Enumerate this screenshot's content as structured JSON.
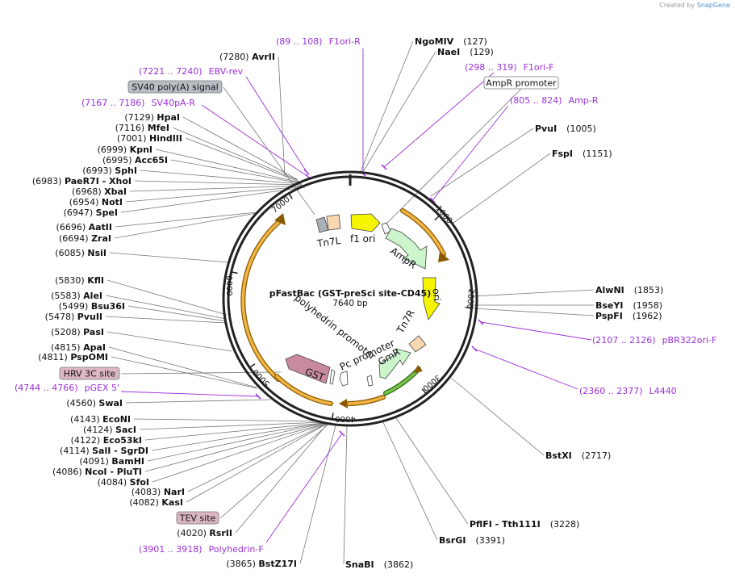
{
  "watermark": {
    "prefix": "Created by",
    "brand": "SnapGene"
  },
  "plasmid": {
    "name": "pFastBac (GST-preSci site-CD45)",
    "length": "7640 bp"
  },
  "ruler": [
    "1000",
    "2000",
    "3000",
    "4000",
    "5000",
    "6000",
    "7000"
  ],
  "features": [
    {
      "id": "tn7l",
      "label": "Tn7L",
      "color": "#a9b0b8"
    },
    {
      "id": "sv40pa",
      "label": "",
      "color": "#f9d7b0"
    },
    {
      "id": "f1ori",
      "label": "f1 ori",
      "color": "#f5f500"
    },
    {
      "id": "amprpromoter",
      "label": "",
      "color": "#ffffff"
    },
    {
      "id": "ampr",
      "label": "AmpR",
      "color": "#ccf5cc"
    },
    {
      "id": "ori",
      "label": "ori",
      "color": "#f5f500"
    },
    {
      "id": "tn7r",
      "label": "Tn7R",
      "color": "#f9d7b0"
    },
    {
      "id": "gmr",
      "label": "GmR",
      "color": "#ccf5cc"
    },
    {
      "id": "pcpromoter",
      "label": "Pc promoter",
      "color": "#ffffff"
    },
    {
      "id": "gst",
      "label": "GST",
      "color": "#c98aa0"
    },
    {
      "id": "polyhedrin",
      "label": "polyhedrin promoter",
      "color": "#ffffff"
    }
  ],
  "right_labels": [
    {
      "name": "NgoMIV",
      "pos": "(127)"
    },
    {
      "name": "NaeI",
      "pos": "(129)"
    },
    {
      "name": "PvuI",
      "pos": "(1005)"
    },
    {
      "name": "FspI",
      "pos": "(1151)"
    },
    {
      "name": "AlwNI",
      "pos": "(1853)"
    },
    {
      "name": "BseYI",
      "pos": "(1958)"
    },
    {
      "name": "PspFI",
      "pos": "(1962)"
    },
    {
      "name": "BstXI",
      "pos": "(2717)"
    },
    {
      "name": "PflFI  -  Tth111I",
      "pos": "(3228)"
    },
    {
      "name": "BsrGI",
      "pos": "(3391)"
    },
    {
      "name": "SnaBI",
      "pos": "(3862)"
    }
  ],
  "left_labels": [
    {
      "pos": "(7280)",
      "name": "AvrII"
    },
    {
      "pos": "(7129)",
      "name": "HpaI"
    },
    {
      "pos": "(7116)",
      "name": "MfeI"
    },
    {
      "pos": "(7001)",
      "name": "HindIII"
    },
    {
      "pos": "(6999)",
      "name": "KpnI"
    },
    {
      "pos": "(6995)",
      "name": "Acc65I"
    },
    {
      "pos": "(6993)",
      "name": "SphI"
    },
    {
      "pos": "(6983)",
      "name": "PaeR7I  -  XhoI"
    },
    {
      "pos": "(6968)",
      "name": "XbaI"
    },
    {
      "pos": "(6954)",
      "name": "NotI"
    },
    {
      "pos": "(6947)",
      "name": "SpeI"
    },
    {
      "pos": "(6696)",
      "name": "AatII"
    },
    {
      "pos": "(6694)",
      "name": "ZraI"
    },
    {
      "pos": "(6085)",
      "name": "NsiI"
    },
    {
      "pos": "(5830)",
      "name": "KflI"
    },
    {
      "pos": "(5583)",
      "name": "AleI"
    },
    {
      "pos": "(5499)",
      "name": "Bsu36I"
    },
    {
      "pos": "(5478)",
      "name": "PvuII"
    },
    {
      "pos": "(5208)",
      "name": "PasI"
    },
    {
      "pos": "(4815)",
      "name": "ApaI"
    },
    {
      "pos": "(4811)",
      "name": "PspOMI"
    },
    {
      "pos": "(4560)",
      "name": "SwaI"
    },
    {
      "pos": "(4143)",
      "name": "EcoNI"
    },
    {
      "pos": "(4124)",
      "name": "SacI"
    },
    {
      "pos": "(4122)",
      "name": "Eco53kI"
    },
    {
      "pos": "(4114)",
      "name": "SalI  -  SgrDI"
    },
    {
      "pos": "(4091)",
      "name": "BamHI"
    },
    {
      "pos": "(4086)",
      "name": "NcoI  -  PluTI"
    },
    {
      "pos": "(4084)",
      "name": "SfoI"
    },
    {
      "pos": "(4083)",
      "name": "NarI"
    },
    {
      "pos": "(4082)",
      "name": "KasI"
    },
    {
      "pos": "(4020)",
      "name": "RsrII"
    },
    {
      "pos": "(3865)",
      "name": "BstZ17I"
    }
  ],
  "primers": [
    {
      "range": "(89 .. 108)",
      "name": "F1ori-R"
    },
    {
      "range": "(298 .. 319)",
      "name": "F1ori-F"
    },
    {
      "range": "(805 .. 824)",
      "name": "Amp-R"
    },
    {
      "range": "(2107 .. 2126)",
      "name": "pBR322ori-F"
    },
    {
      "range": "(2360 .. 2377)",
      "name": "L4440"
    },
    {
      "range": "(3901 .. 3918)",
      "name": "Polyhedrin-F"
    },
    {
      "range": "(4744 .. 4766)",
      "name": "pGEX 5'"
    },
    {
      "range": "(7167 .. 7186)",
      "name": "SV40pA-R"
    },
    {
      "range": "(7221 .. 7240)",
      "name": "EBV-rev"
    }
  ],
  "boxed_labels": [
    {
      "text": "SV40 poly(A) signal",
      "fill": "#b9bec4"
    },
    {
      "text": "AmpR promoter",
      "fill": "#ffffff"
    },
    {
      "text": "HRV 3C site",
      "fill": "#ddb6c4"
    },
    {
      "text": "TEV site",
      "fill": "#ddb6c4"
    }
  ],
  "colors": {
    "primer": "#9b30d9",
    "enzyme": "#000000",
    "line": "#777777",
    "arc": "#e8a020"
  }
}
